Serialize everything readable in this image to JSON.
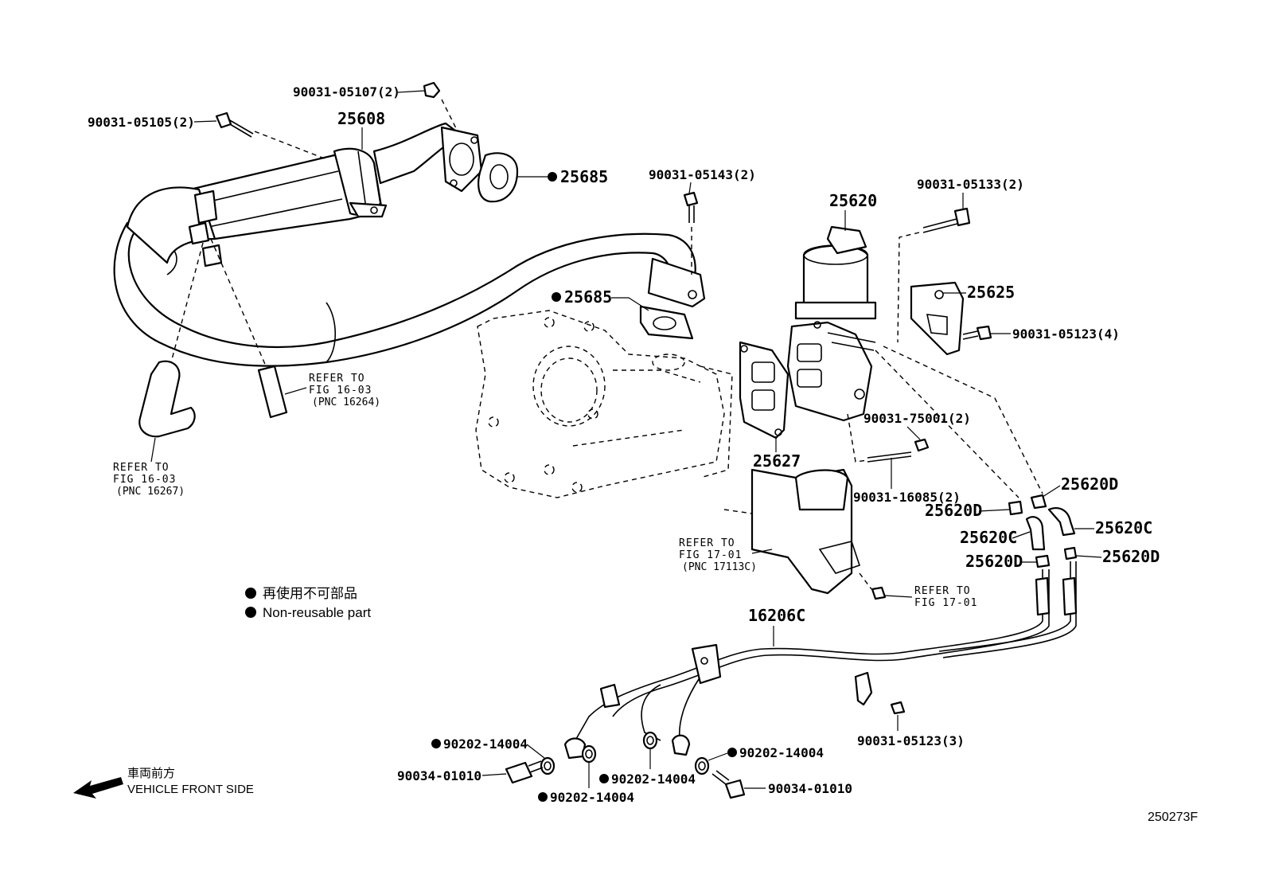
{
  "diagram": {
    "callouts": {
      "bolt_05107": "90031-05107(2)",
      "bolt_05105": "90031-05105(2)",
      "cooler_25608": "25608",
      "gasket_25685_top": "25685",
      "bolt_05143": "90031-05143(2)",
      "valve_25620": "25620",
      "bolt_05133": "90031-05133(2)",
      "bracket_25625": "25625",
      "bolt_05123_4": "90031-05123(4)",
      "gasket_25685_mid": "25685",
      "gasket_25627": "25627",
      "nut_75001": "90031-75001(2)",
      "stud_16085": "90031-16085(2)",
      "clip_25620D_1": "25620D",
      "clip_25620D_2": "25620D",
      "hose_25620C_1": "25620C",
      "hose_25620C_2": "25620C",
      "clip_25620D_3": "25620D",
      "clip_25620D_4": "25620D",
      "harness_16206C": "16206C",
      "bolt_05123_3": "90031-05123(3)",
      "gasket_14004_1": "90202-14004",
      "bolt_01010_1": "90034-01010",
      "gasket_14004_2": "90202-14004",
      "gasket_14004_3": "90202-14004",
      "gasket_14004_4": "90202-14004",
      "bolt_01010_2": "90034-01010"
    },
    "refs": {
      "ref1": {
        "line1": "REFER TO",
        "line2": "FIG 16-03",
        "line3": "(PNC 16264)"
      },
      "ref2": {
        "line1": "REFER TO",
        "line2": "FIG 16-03",
        "line3": "(PNC 16267)"
      },
      "ref3": {
        "line1": "REFER TO",
        "line2": "FIG 17-01",
        "line3": "(PNC 17113C)"
      },
      "ref4": {
        "line1": "REFER TO",
        "line2": "FIG 17-01"
      }
    },
    "legend": {
      "jp": "再使用不可部品",
      "en": "Non-reusable part"
    },
    "direction": {
      "jp": "車両前方",
      "en": "VEHICLE FRONT SIDE"
    },
    "figure_code": "250273F",
    "colors": {
      "ink": "#000000",
      "paper": "#ffffff"
    }
  }
}
